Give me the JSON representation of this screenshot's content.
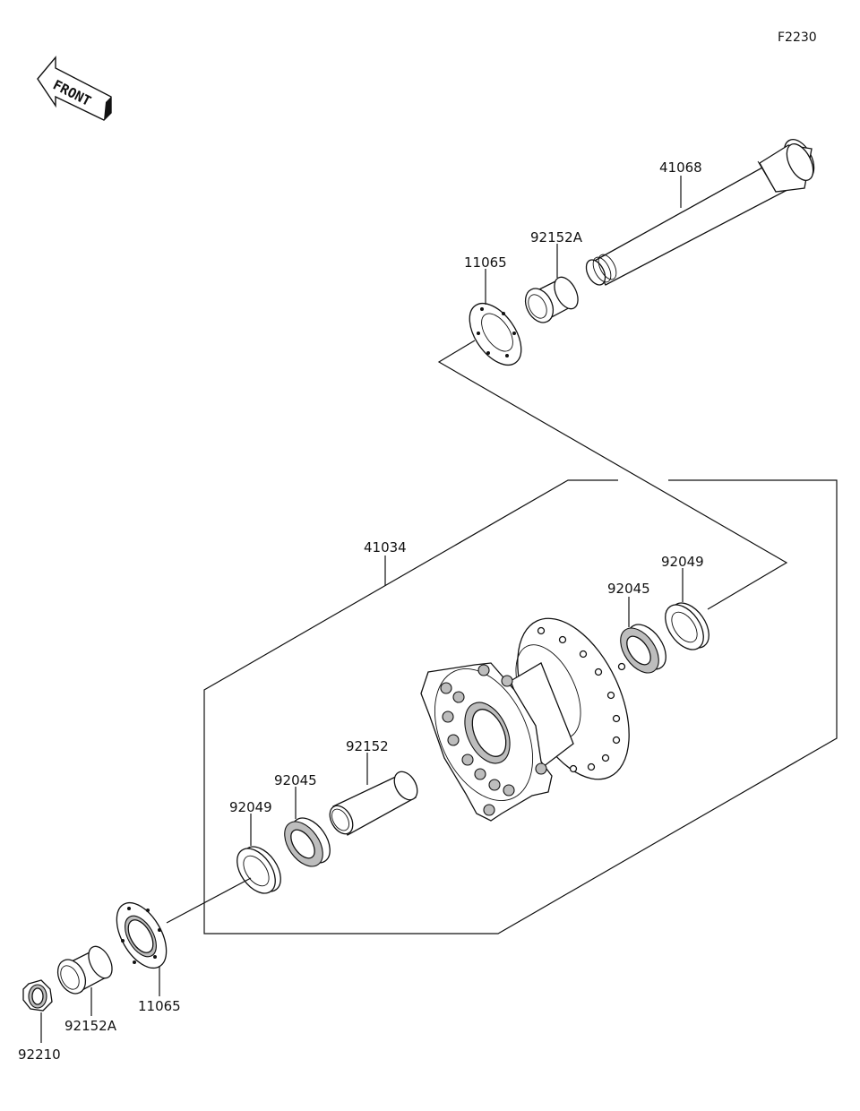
{
  "figure_code": "F2230",
  "front_arrow_label": "FRONT",
  "callouts": [
    {
      "id": "c-41068",
      "text": "41068"
    },
    {
      "id": "c-92152a-top",
      "text": "92152A"
    },
    {
      "id": "c-11065-top",
      "text": "11065"
    },
    {
      "id": "c-41034",
      "text": "41034"
    },
    {
      "id": "c-92049-right",
      "text": "92049"
    },
    {
      "id": "c-92045-right",
      "text": "92045"
    },
    {
      "id": "c-92152",
      "text": "92152"
    },
    {
      "id": "c-92045-left",
      "text": "92045"
    },
    {
      "id": "c-92049-left",
      "text": "92049"
    },
    {
      "id": "c-11065-bottom",
      "text": "11065"
    },
    {
      "id": "c-92152a-bottom",
      "text": "92152A"
    },
    {
      "id": "c-92210",
      "text": "92210"
    }
  ]
}
